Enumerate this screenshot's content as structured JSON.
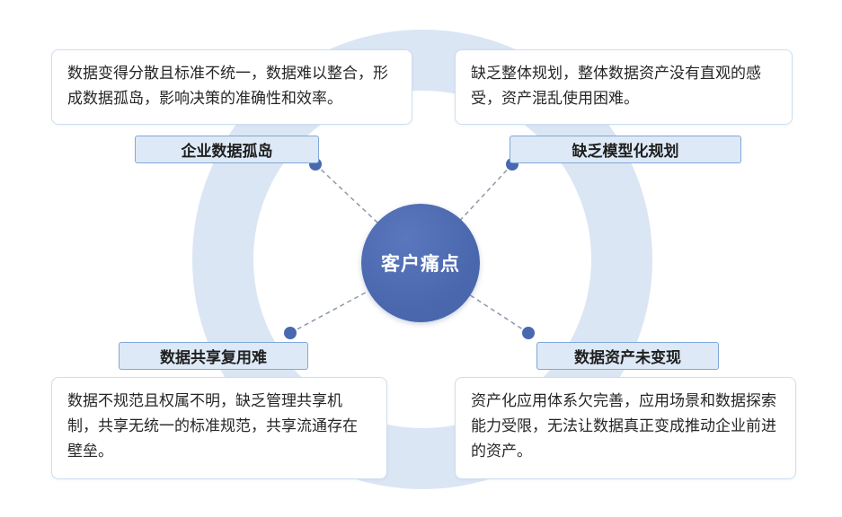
{
  "center": {
    "label": "客户痛点"
  },
  "nodes": [
    {
      "id": "enterprise-data-silo",
      "position": "top-left",
      "title": "企业数据孤岛",
      "description": "数据变得分散且标准不统一，数据难以整合，形成数据孤岛，影响决策的准确性和效率。"
    },
    {
      "id": "lack-of-model-planning",
      "position": "top-right",
      "title": "缺乏模型化规划",
      "description": "缺乏整体规划，整体数据资产没有直观的感受，资产混乱使用困难。"
    },
    {
      "id": "data-sharing-reuse-difficulty",
      "position": "bottom-left",
      "title": "数据共享复用难",
      "description": "数据不规范且权属不明，缺乏管理共享机制，共享无统一的标准规范，共享流通存在壁垒。"
    },
    {
      "id": "data-assets-not-monetized",
      "position": "bottom-right",
      "title": "数据资产未变现",
      "description": "资产化应用体系欠完善，应用场景和数据探索能力受限，无法让数据真正变成推动企业前进的资产。"
    }
  ],
  "colors": {
    "ring": "#dbe6f4",
    "center_circle": "#4a67ad",
    "label_bg": "#dde9f6",
    "label_border": "#7fa8d8",
    "dot": "#4a68b0",
    "connector": "#8c99aa"
  }
}
